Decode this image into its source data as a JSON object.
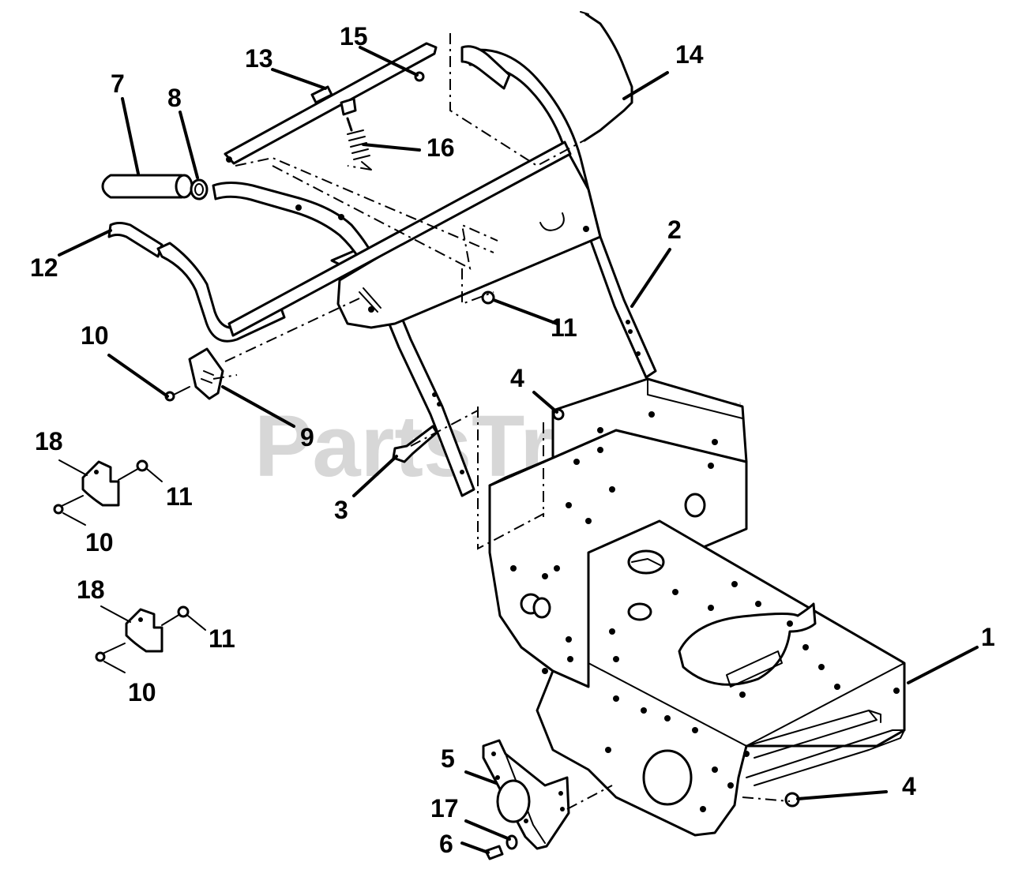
{
  "watermark": {
    "text": "PartsTree",
    "trademark": "™"
  },
  "callouts": [
    {
      "id": "c1",
      "label": "1"
    },
    {
      "id": "c2",
      "label": "2"
    },
    {
      "id": "c3",
      "label": "3"
    },
    {
      "id": "c4a",
      "label": "4"
    },
    {
      "id": "c4b",
      "label": "4"
    },
    {
      "id": "c5",
      "label": "5"
    },
    {
      "id": "c6",
      "label": "6"
    },
    {
      "id": "c7",
      "label": "7"
    },
    {
      "id": "c8",
      "label": "8"
    },
    {
      "id": "c9",
      "label": "9"
    },
    {
      "id": "c10a",
      "label": "10"
    },
    {
      "id": "c10b",
      "label": "10"
    },
    {
      "id": "c10c",
      "label": "10"
    },
    {
      "id": "c11a",
      "label": "11"
    },
    {
      "id": "c11b",
      "label": "11"
    },
    {
      "id": "c11c",
      "label": "11"
    },
    {
      "id": "c12",
      "label": "12"
    },
    {
      "id": "c13",
      "label": "13"
    },
    {
      "id": "c14",
      "label": "14"
    },
    {
      "id": "c15",
      "label": "15"
    },
    {
      "id": "c16",
      "label": "16"
    },
    {
      "id": "c17",
      "label": "17"
    },
    {
      "id": "c18a",
      "label": "18"
    },
    {
      "id": "c18b",
      "label": "18"
    }
  ]
}
